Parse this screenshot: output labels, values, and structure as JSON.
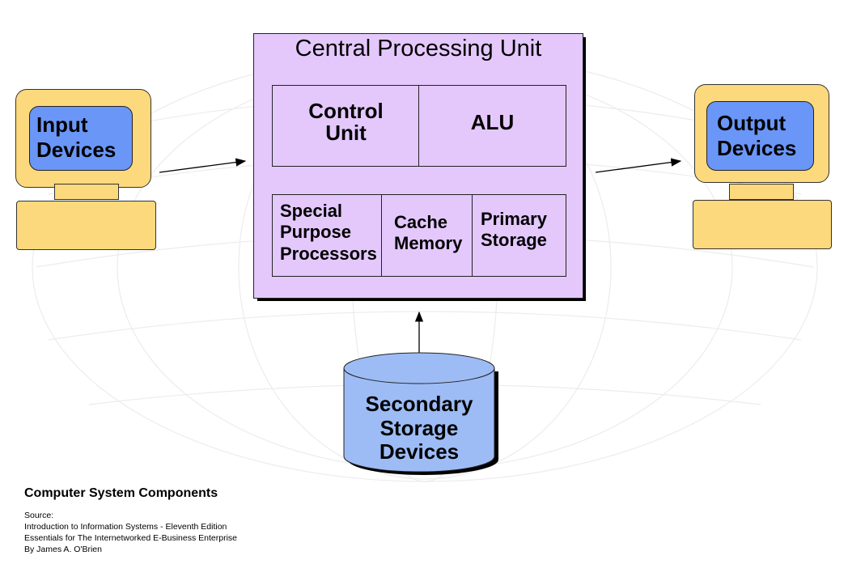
{
  "diagram": {
    "cpu": {
      "title": "Central Processing Unit",
      "control_unit": {
        "line1": "Control",
        "line2": "Unit"
      },
      "alu": "ALU",
      "special_purpose": {
        "line1": "Special",
        "line2": "Purpose",
        "line3": "Processors"
      },
      "cache_memory": {
        "line1": "Cache",
        "line2": "Memory"
      },
      "primary_storage": {
        "line1": "Primary",
        "line2": "Storage"
      }
    },
    "input_devices": {
      "line1": "Input",
      "line2": "Devices"
    },
    "output_devices": {
      "line1": "Output",
      "line2": "Devices"
    },
    "secondary_storage": {
      "line1": "Secondary",
      "line2": "Storage",
      "line3": "Devices"
    }
  },
  "caption": {
    "title": "Computer System Components",
    "source_label": "Source:",
    "source_line1": "Introduction to Information Systems - Eleventh Edition",
    "source_line2": "Essentials for The Internetworked E-Business Enterprise",
    "source_line3": "By James A. O'Brien"
  },
  "colors": {
    "cpu_fill": "#e4c8fc",
    "monitor_fill": "#fcd97c",
    "screen_fill": "#6a96f7",
    "cylinder_fill": "#9dbcf5"
  }
}
